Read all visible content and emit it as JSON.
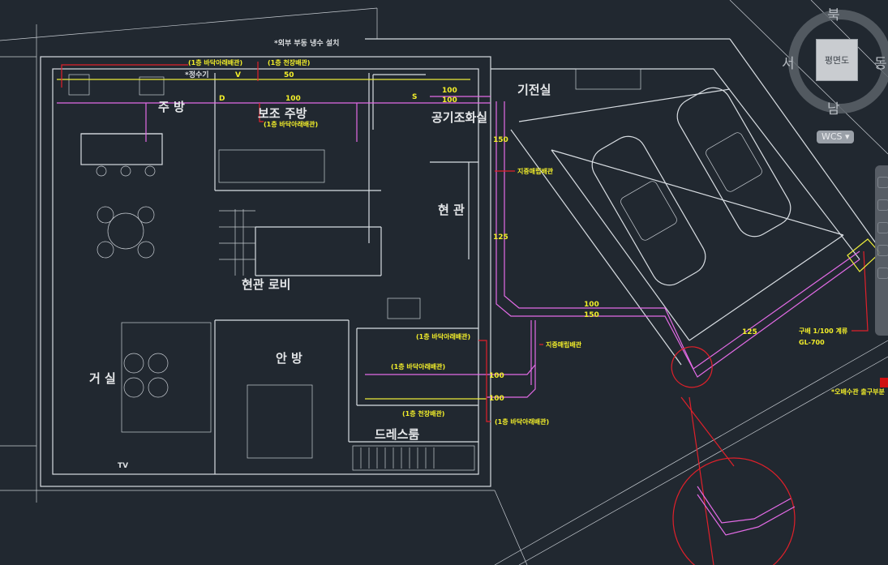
{
  "rooms": {
    "kitchen": "주 방",
    "sub_kitchen": "보조 주방",
    "air_room": "공기조화실",
    "machine_room": "기전실",
    "entrance": "현 관",
    "lobby": "현관 로비",
    "master_bedroom": "안 방",
    "living_room": "거 실",
    "dress_room": "드레스룸"
  },
  "annotations": {
    "outdoor_faucet": "*외부 부동 냉수 설치",
    "under_floor_1": "(1층 바닥아래배관)",
    "ceiling_1": "(1층 천장배관)",
    "water_purifier": "*정수기",
    "under_floor_2": "(1층 바닥아래배관)",
    "buried_1": "지중매립배관",
    "buried_2": "지중매립배관",
    "under_floor_3": "(1층 바닥아래배관)",
    "under_floor_4": "(1층 바닥아래배관)",
    "ceiling_2": "(1층 천장배관)",
    "under_floor_5": "(1층 바닥아래배관)",
    "slope": "구배 1/100 계류",
    "gl": "GL-700",
    "drain_note": "*오배수관 출구부분",
    "tv": "TV"
  },
  "dimensions": {
    "d50": "50",
    "d100a": "100",
    "d100b": "100",
    "d100c": "100",
    "d150a": "150",
    "d125": "125",
    "d100d": "100",
    "d150b": "150",
    "d100e": "100",
    "d125b": "125",
    "d100f": "100"
  },
  "pipe_labels": {
    "v": "V",
    "d": "D",
    "s": "S"
  },
  "viewcube": {
    "north": "북",
    "south": "남",
    "east": "동",
    "west": "서",
    "face": "평면도",
    "wcs": "WCS"
  },
  "colors": {
    "background": "#212830",
    "pipe_supply": "#e36be6",
    "pipe_vent": "#ecec3a",
    "leader": "#e0202a",
    "annotation": "#f2ee2a"
  }
}
